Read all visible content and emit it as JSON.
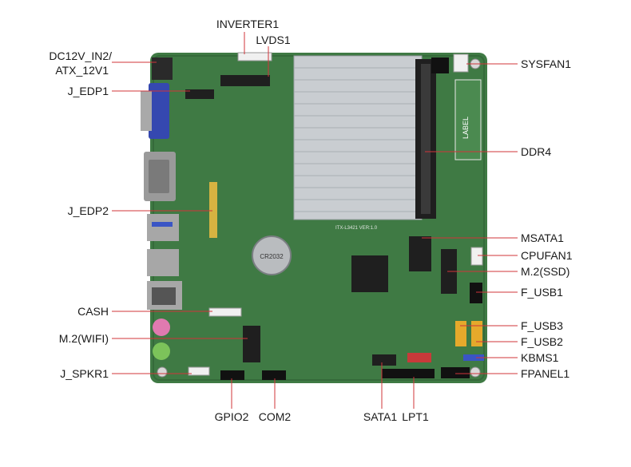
{
  "labels": {
    "inverter1": "INVERTER1",
    "lvds1": "LVDS1",
    "dc12v_in2": "DC12V_IN2/",
    "atx_12v1": "ATX_12V1",
    "j_edp1": "J_EDP1",
    "j_edp2": "J_EDP2",
    "cash": "CASH",
    "m2_wifi": "M.2(WIFI)",
    "j_spkr1": "J_SPKR1",
    "gpio2": "GPIO2",
    "com2": "COM2",
    "sata1": "SATA1",
    "lpt1": "LPT1",
    "sysfan1": "SYSFAN1",
    "ddr4": "DDR4",
    "msata1": "MSATA1",
    "cpufan1": "CPUFAN1",
    "m2_ssd": "M.2(SSD)",
    "f_usb1": "F_USB1",
    "f_usb3": "F_USB3",
    "f_usb2": "F_USB2",
    "kbms1": "KBMS1",
    "fpanel1": "FPANEL1"
  },
  "board": {
    "label_sticker": "LABEL",
    "battery_text": "CR2032",
    "silkscreen": "ITX-L3421 VER:1.0"
  },
  "colors": {
    "pcb": "#3f7a44",
    "pcb_dark": "#2f5f35",
    "heatsink": "#c9cdd1",
    "vga_blue": "#3548b0",
    "audio_pink": "#e07ab0",
    "audio_green": "#7cc35a",
    "leader": "#d0343a"
  }
}
